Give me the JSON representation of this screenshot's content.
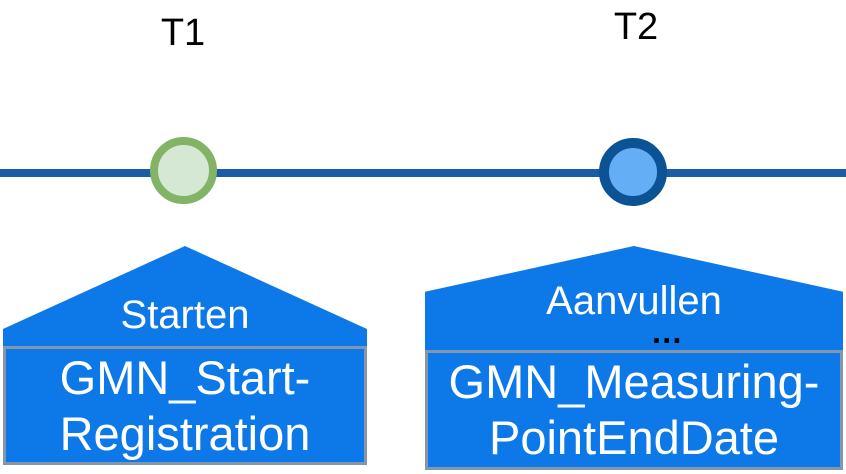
{
  "diagram": {
    "timepoints": [
      {
        "label": "T1"
      },
      {
        "label": "T2"
      }
    ],
    "events": [
      {
        "phase_label": "Starten",
        "box_label": "GMN_Start-\nRegistration"
      },
      {
        "phase_label": "Aanvullen",
        "ellipsis": "…",
        "box_label": "GMN_Measuring-\nPointEndDate"
      }
    ],
    "colors": {
      "timeline": "#1b5ca6",
      "event_shape": "#0d78e8",
      "box_border": "#8496ab",
      "shape_text": "#ffffff",
      "label_text": "#000000",
      "marker_t1_fill": "#d5e8d4",
      "marker_t1_stroke": "#82b366",
      "marker_t2_fill": "#63aef5",
      "marker_t2_stroke": "#0b5394"
    }
  }
}
